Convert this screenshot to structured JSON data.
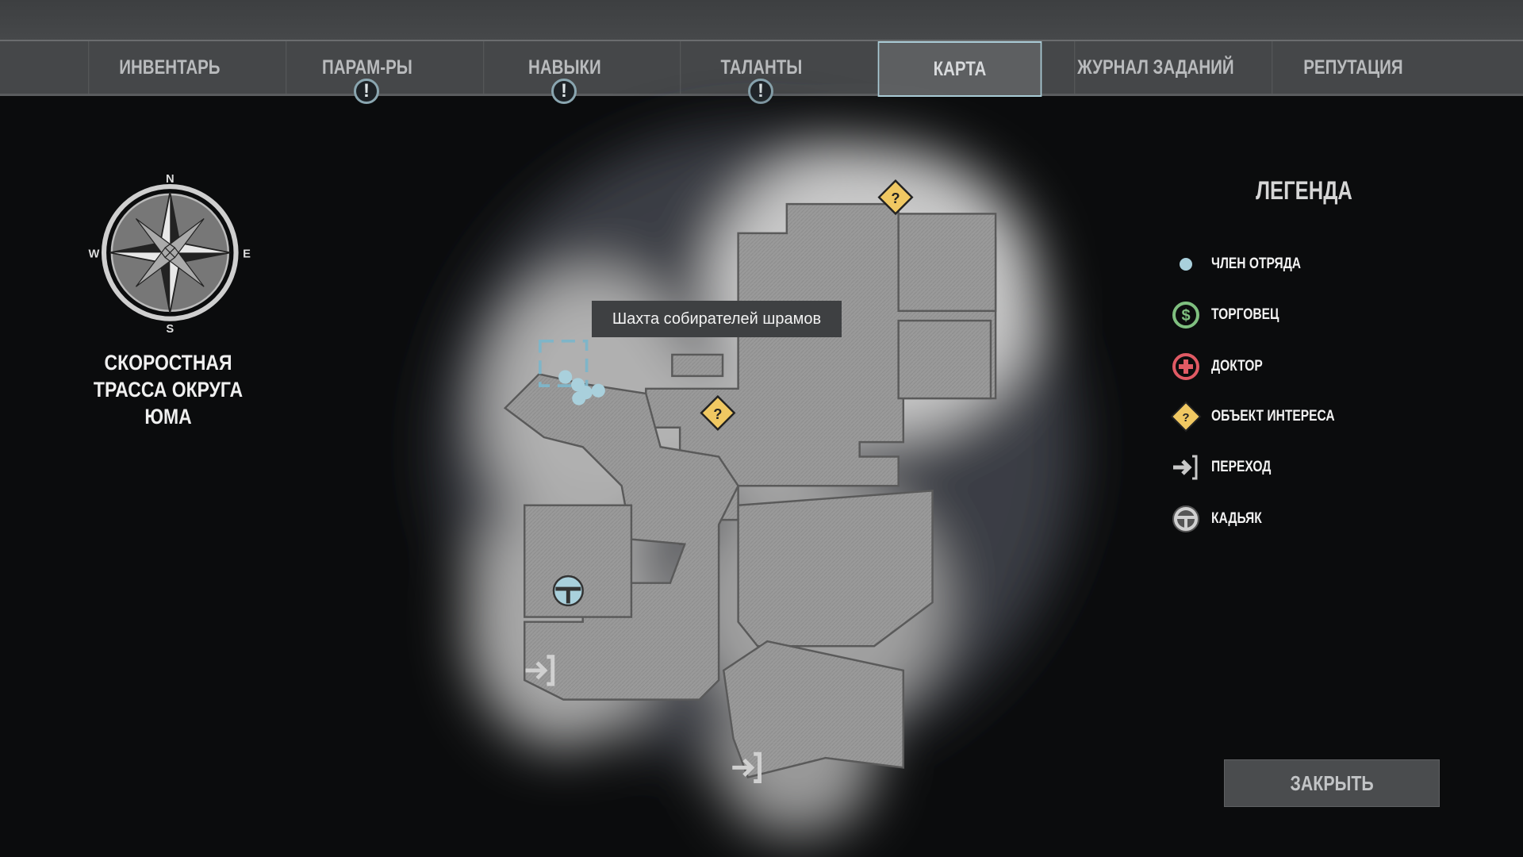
{
  "tabs": [
    {
      "label": "ИНВЕНТАРЬ",
      "alert": false,
      "active": false
    },
    {
      "label": "ПАРАМ-РЫ",
      "alert": true,
      "active": false
    },
    {
      "label": "НАВЫКИ",
      "alert": true,
      "active": false
    },
    {
      "label": "ТАЛАНТЫ",
      "alert": true,
      "active": false
    },
    {
      "label": "КАРТА",
      "alert": false,
      "active": true
    },
    {
      "label": "ЖУРНАЛ ЗАДАНИЙ",
      "alert": false,
      "active": false
    },
    {
      "label": "РЕПУТАЦИЯ",
      "alert": false,
      "active": false
    }
  ],
  "alert_symbol": "!",
  "compass": {
    "n": "N",
    "s": "S",
    "e": "E",
    "w": "W"
  },
  "location": {
    "lines": [
      "СКОРОСТНАЯ",
      "ТРАССА ОКРУГА",
      "ЮМА"
    ]
  },
  "map": {
    "tooltip": "Шахта собирателей шрамов",
    "poi_symbol": "?"
  },
  "legend": {
    "title": "ЛЕГЕНДА",
    "items": [
      {
        "label": "ЧЛЕН ОТРЯДА",
        "icon": "squad-member-dot-icon",
        "color": "#a9d0dc"
      },
      {
        "label": "ТОРГОВЕЦ",
        "icon": "dollar-circle-icon",
        "color": "#7fbf7f"
      },
      {
        "label": "ДОКТОР",
        "icon": "medical-cross-icon",
        "color": "#e05a64"
      },
      {
        "label": "ОБЪЕКТ ИНТЕРЕСА",
        "icon": "question-diamond-icon",
        "color": "#f0c862"
      },
      {
        "label": "ПЕРЕХОД",
        "icon": "exit-arrow-icon",
        "color": "#c8c8c8"
      },
      {
        "label": "КАДЬЯК",
        "icon": "steering-wheel-icon",
        "color": "#c8c8c8"
      }
    ]
  },
  "close_label": "ЗАКРЫТЬ"
}
